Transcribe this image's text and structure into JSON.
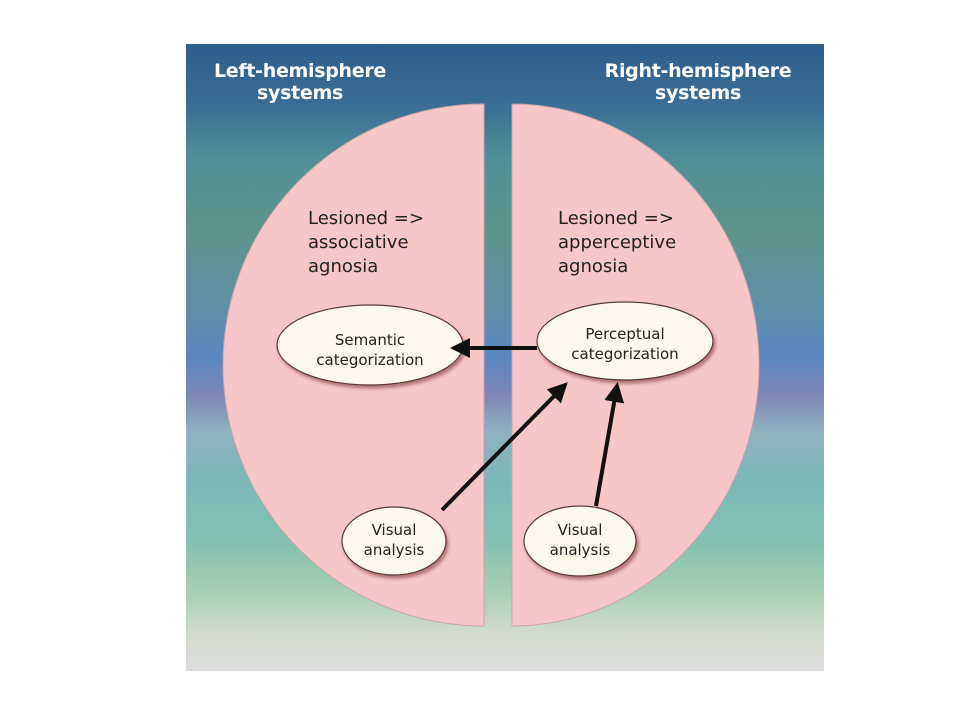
{
  "left_hemisphere": {
    "header": "Left-hemisphere\nsystems",
    "lesion_note": "Lesioned =>\nassociative\nagnosia",
    "nodes": {
      "semantic": "Semantic\ncategorization",
      "visual": "Visual\nanalysis"
    }
  },
  "right_hemisphere": {
    "header": "Right-hemisphere\nsystems",
    "lesion_note": "Lesioned =>\napperceptive\nagnosia",
    "nodes": {
      "perceptual": "Perceptual\ncategorization",
      "visual": "Visual\nanalysis"
    }
  },
  "colors": {
    "hemisphere_fill": "#f7c6c8",
    "node_fill": "#fdf8ee",
    "arrow": "#111111",
    "header_text": "#ffffff"
  },
  "connections": [
    {
      "from": "right_hemisphere.nodes.perceptual",
      "to": "left_hemisphere.nodes.semantic"
    },
    {
      "from": "left_hemisphere.nodes.visual",
      "to": "right_hemisphere.nodes.perceptual"
    },
    {
      "from": "right_hemisphere.nodes.visual",
      "to": "right_hemisphere.nodes.perceptual"
    }
  ]
}
